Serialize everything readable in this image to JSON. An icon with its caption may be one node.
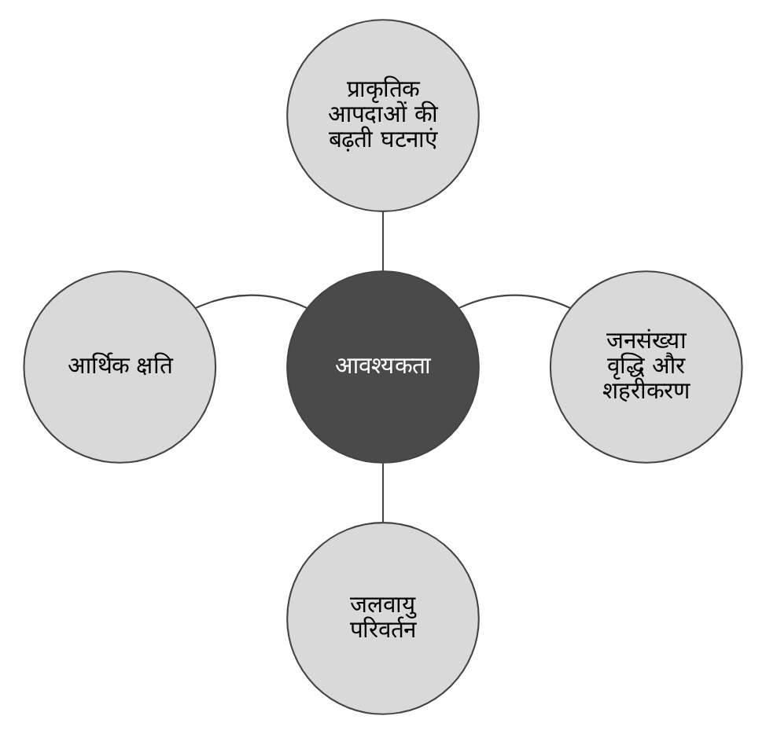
{
  "diagram": {
    "nodes": [
      {
        "text": [
          "प्राकृतिक आपदाओं की बढ़ती घटनाएं"
        ]
      },
      {
        "text": [
          "आर्थिक क्षति"
        ]
      },
      {
        "text": [
          "आवश्यकता"
        ]
      },
      {
        "text": [
          "जनसंख्या वृद्धि और शहरीकरण"
        ]
      },
      {
        "text": [
          "जलवायु परिवर्तन"
        ]
      }
    ],
    "edges": [
      {
        "from": 0,
        "to": 2,
        "arrow": "none"
      },
      {
        "from": 1,
        "to": 2,
        "arrow": "none"
      },
      {
        "from": 2,
        "to": 3,
        "arrow": "none"
      },
      {
        "from": 2,
        "to": 4,
        "arrow": "none"
      }
    ]
  }
}
